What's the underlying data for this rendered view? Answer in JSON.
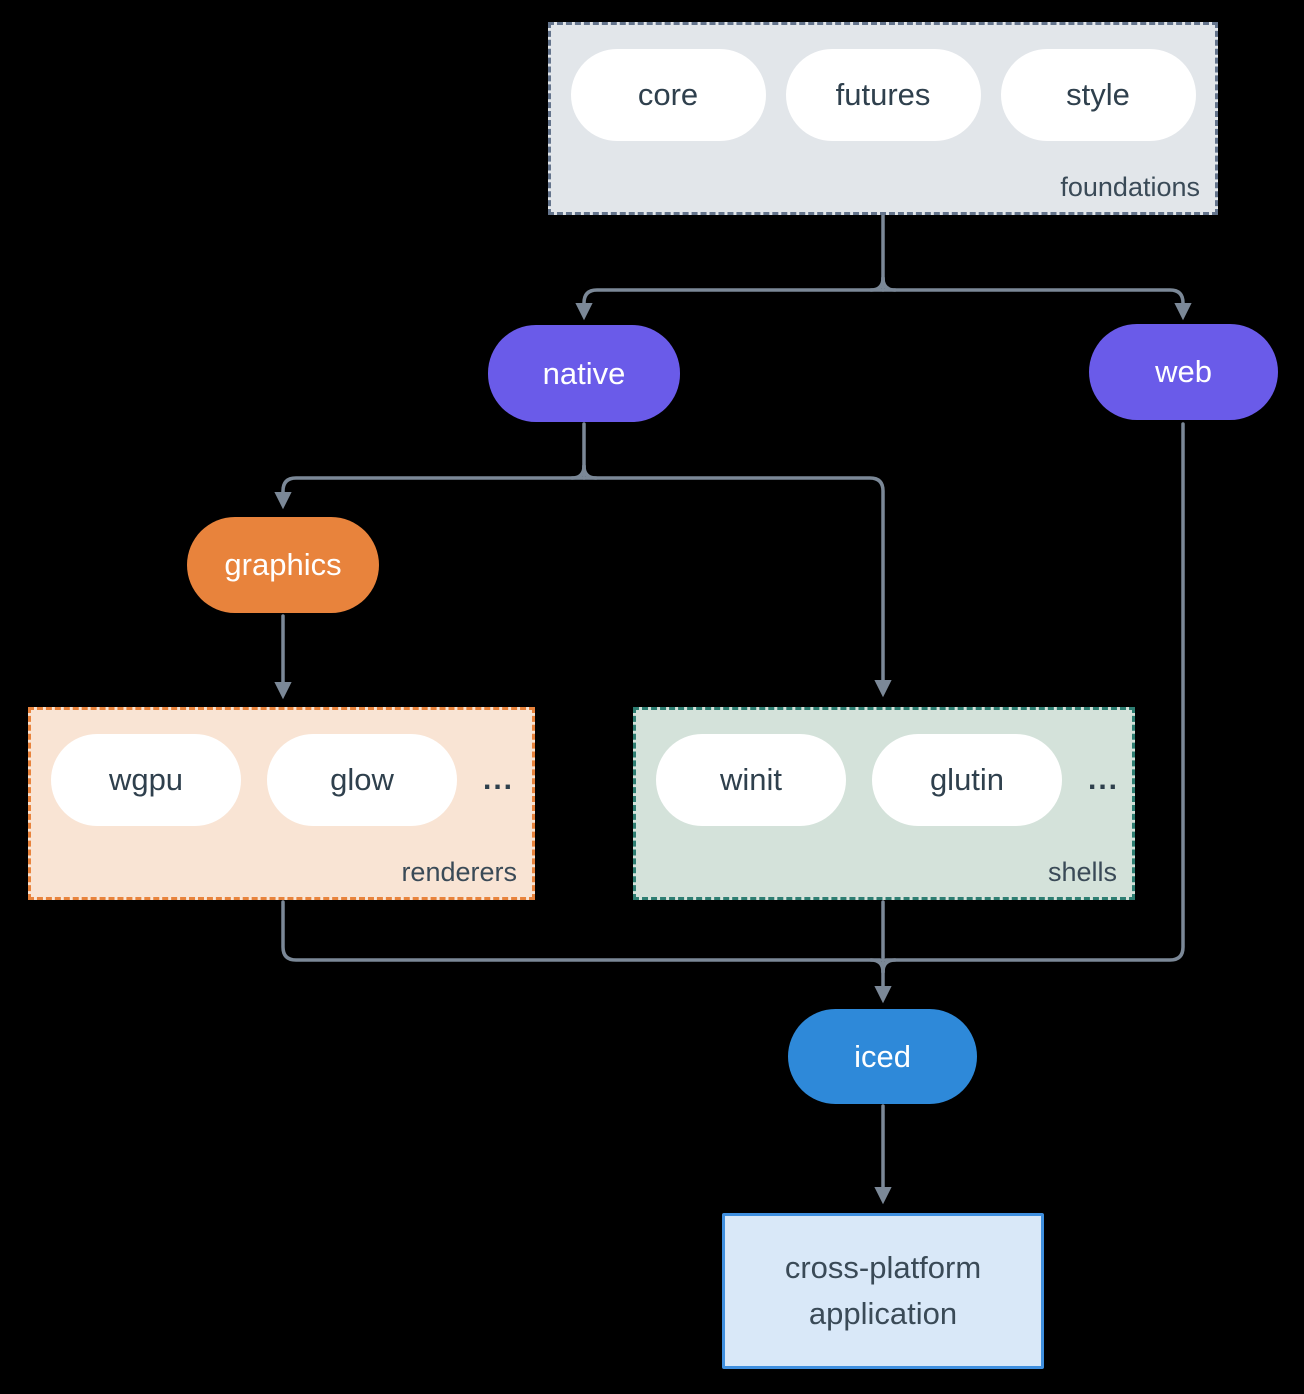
{
  "groups": {
    "foundations": {
      "label": "foundations",
      "items": [
        "core",
        "futures",
        "style"
      ],
      "bg": "#e2e6ea",
      "border": "#64748c"
    },
    "renderers": {
      "label": "renderers",
      "items": [
        "wgpu",
        "glow"
      ],
      "ellipsis": "...",
      "bg": "#f9e4d4",
      "border": "#e8833c"
    },
    "shells": {
      "label": "shells",
      "items": [
        "winit",
        "glutin"
      ],
      "ellipsis": "...",
      "bg": "#d4e2da",
      "border": "#2e7e72"
    }
  },
  "nodes": {
    "native": {
      "label": "native",
      "bg": "#6a5be9"
    },
    "web": {
      "label": "web",
      "bg": "#6a5be9"
    },
    "graphics": {
      "label": "graphics",
      "bg": "#e8833c"
    },
    "iced": {
      "label": "iced",
      "bg": "#2e89d9"
    },
    "application": {
      "line1": "cross-platform",
      "line2": "application",
      "bg": "#d9e8f8",
      "border": "#3f8fdf"
    }
  },
  "colors": {
    "background": "#000000",
    "connector": "#7b8897",
    "pill_bg": "#ffffff",
    "pill_text": "#2f404d",
    "label_text": "#3a4a57"
  }
}
